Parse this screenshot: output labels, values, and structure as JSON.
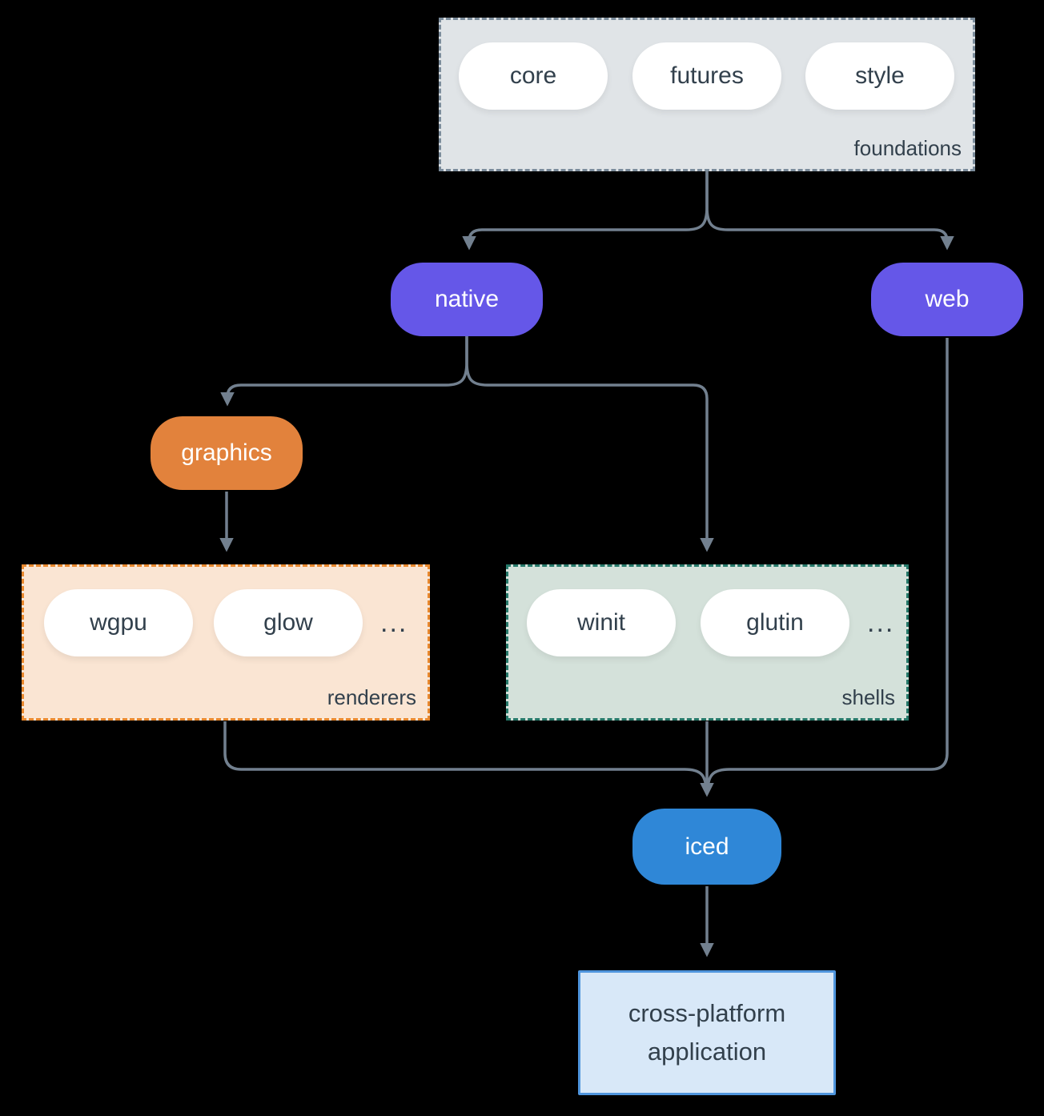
{
  "colors": {
    "background": "#000000",
    "edge": "#72808f",
    "foundations-fill": "#e0e4e7",
    "foundations-border": "#7b8c9b",
    "renderers-fill": "#fae5d3",
    "renderers-border": "#e9892f",
    "shells-fill": "#d4e1da",
    "shells-border": "#26796a",
    "purple": "#6557e8",
    "orange": "#e2823c",
    "blue": "#2f87d7",
    "app-fill": "#d8e8f8",
    "app-border": "#4f95dd",
    "pill-fill": "#ffffff",
    "node-text-dark": "#32404c",
    "node-text-light": "#ffffff"
  },
  "diagram": {
    "foundations": {
      "label": "foundations",
      "pills": [
        "core",
        "futures",
        "style"
      ]
    },
    "native": {
      "label": "native"
    },
    "web": {
      "label": "web"
    },
    "graphics": {
      "label": "graphics"
    },
    "renderers": {
      "label": "renderers",
      "pills": [
        "wgpu",
        "glow"
      ],
      "ellipsis": "..."
    },
    "shells": {
      "label": "shells",
      "pills": [
        "winit",
        "glutin"
      ],
      "ellipsis": "..."
    },
    "iced": {
      "label": "iced"
    },
    "application": {
      "label": "cross-platform application"
    }
  }
}
